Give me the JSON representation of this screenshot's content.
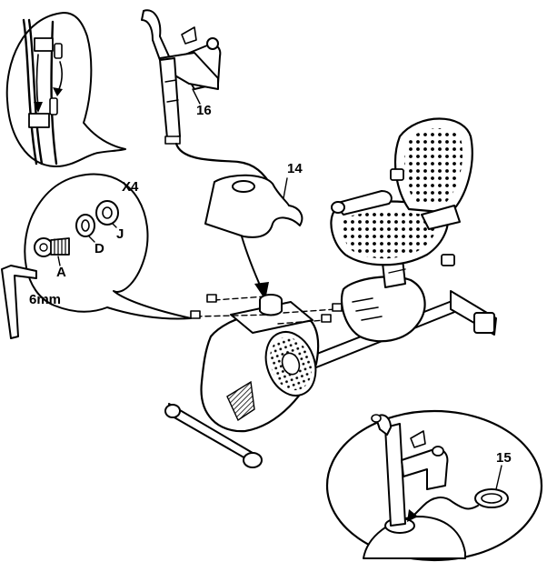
{
  "callouts": {
    "part_16": "16",
    "part_14": "14",
    "part_15": "15",
    "hardware_qty": "X4",
    "bolt": "A",
    "lock_washer": "D",
    "flat_washer": "J",
    "allen_wrench_size": "6mm"
  },
  "colors": {
    "ink": "#000000",
    "paper": "#ffffff"
  }
}
